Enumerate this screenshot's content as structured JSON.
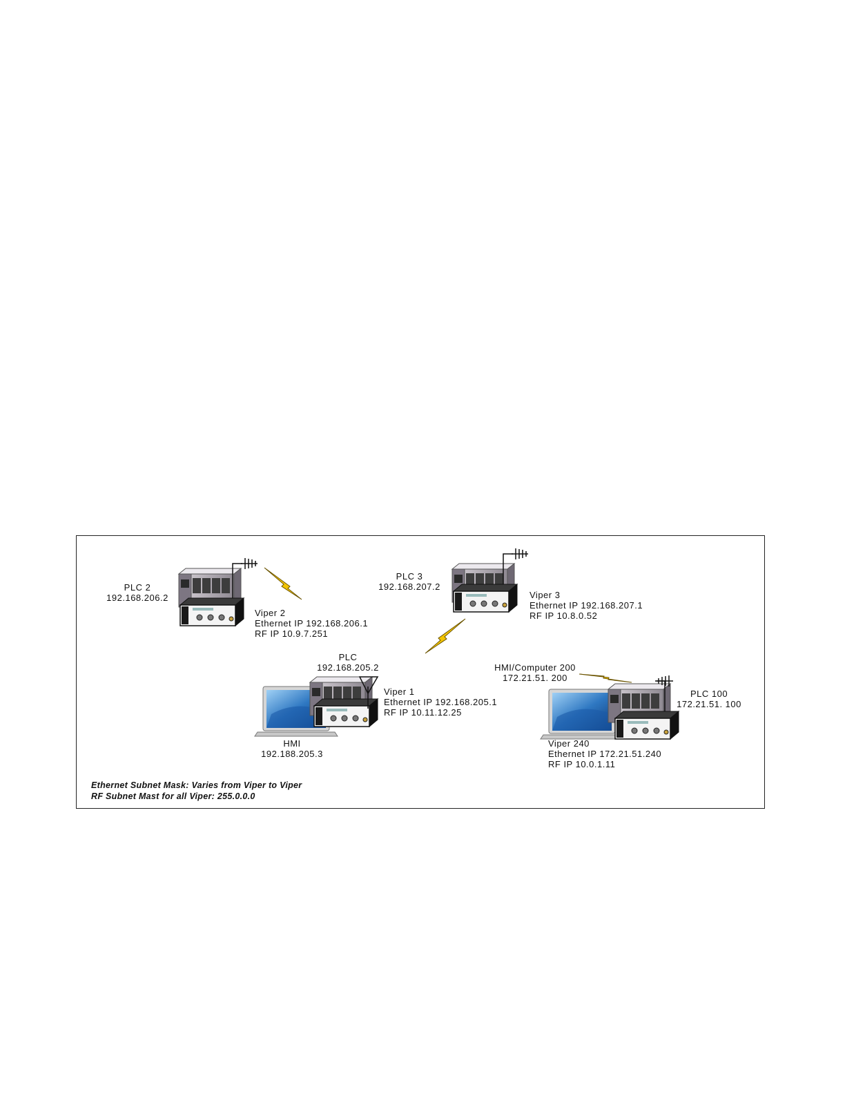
{
  "nodes": {
    "plc2": {
      "name": "PLC 2",
      "ip": "192.168.206.2"
    },
    "viper2": {
      "name": "Viper 2",
      "ethernet": "Ethernet IP 192.168.206.1",
      "rf": "RF IP 10.9.7.251"
    },
    "plc3": {
      "name": "PLC 3",
      "ip": "192.168.207.2"
    },
    "viper3": {
      "name": "Viper 3",
      "ethernet": "Ethernet IP 192.168.207.1",
      "rf": "RF IP 10.8.0.52"
    },
    "plc": {
      "name": "PLC",
      "ip": "192.168.205.2"
    },
    "viper1": {
      "name": "Viper 1",
      "ethernet": "Ethernet IP 192.168.205.1",
      "rf": "RF IP 10.11.12.25"
    },
    "hmi": {
      "name": "HMI",
      "ip": "192.188.205.3"
    },
    "hmi200": {
      "name": "HMI/Computer 200",
      "ip": "172.21.51. 200"
    },
    "plc100": {
      "name": "PLC 100",
      "ip": "172.21.51. 100"
    },
    "viper240": {
      "name": "Viper 240",
      "ethernet": "Ethernet IP 172.21.51.240",
      "rf": "RF IP 10.0.1.11"
    }
  },
  "notes": {
    "ethernet_mask": "Ethernet Subnet Mask: Varies from Viper to Viper",
    "rf_mask": "RF Subnet Mast for all Viper: 255.0.0.0"
  },
  "colors": {
    "bolt": "#f2c400",
    "bolt_outline": "#6b5400",
    "plc_body": "#b9b3bb",
    "radio_body": "#1a1a1a"
  }
}
